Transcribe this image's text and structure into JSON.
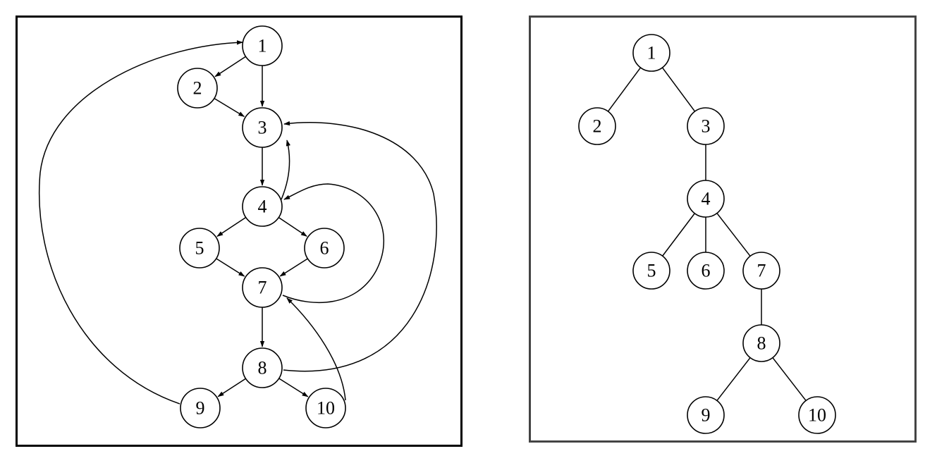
{
  "flow_graph": {
    "nodes": [
      {
        "id": "1",
        "label": "1"
      },
      {
        "id": "2",
        "label": "2"
      },
      {
        "id": "3",
        "label": "3"
      },
      {
        "id": "4",
        "label": "4"
      },
      {
        "id": "5",
        "label": "5"
      },
      {
        "id": "6",
        "label": "6"
      },
      {
        "id": "7",
        "label": "7"
      },
      {
        "id": "8",
        "label": "8"
      },
      {
        "id": "9",
        "label": "9"
      },
      {
        "id": "10",
        "label": "10"
      }
    ],
    "edges": [
      {
        "from": "1",
        "to": "2"
      },
      {
        "from": "1",
        "to": "3"
      },
      {
        "from": "2",
        "to": "3"
      },
      {
        "from": "3",
        "to": "4"
      },
      {
        "from": "4",
        "to": "3"
      },
      {
        "from": "4",
        "to": "5"
      },
      {
        "from": "4",
        "to": "6"
      },
      {
        "from": "5",
        "to": "7"
      },
      {
        "from": "6",
        "to": "7"
      },
      {
        "from": "7",
        "to": "4"
      },
      {
        "from": "7",
        "to": "8"
      },
      {
        "from": "8",
        "to": "3"
      },
      {
        "from": "8",
        "to": "9"
      },
      {
        "from": "8",
        "to": "10"
      },
      {
        "from": "9",
        "to": "1"
      },
      {
        "from": "10",
        "to": "7"
      }
    ]
  },
  "tree": {
    "nodes": [
      {
        "id": "1",
        "label": "1"
      },
      {
        "id": "2",
        "label": "2"
      },
      {
        "id": "3",
        "label": "3"
      },
      {
        "id": "4",
        "label": "4"
      },
      {
        "id": "5",
        "label": "5"
      },
      {
        "id": "6",
        "label": "6"
      },
      {
        "id": "7",
        "label": "7"
      },
      {
        "id": "8",
        "label": "8"
      },
      {
        "id": "9",
        "label": "9"
      },
      {
        "id": "10",
        "label": "10"
      }
    ],
    "edges": [
      {
        "from": "1",
        "to": "2"
      },
      {
        "from": "1",
        "to": "3"
      },
      {
        "from": "3",
        "to": "4"
      },
      {
        "from": "4",
        "to": "5"
      },
      {
        "from": "4",
        "to": "6"
      },
      {
        "from": "4",
        "to": "7"
      },
      {
        "from": "7",
        "to": "8"
      },
      {
        "from": "8",
        "to": "9"
      },
      {
        "from": "8",
        "to": "10"
      }
    ]
  }
}
